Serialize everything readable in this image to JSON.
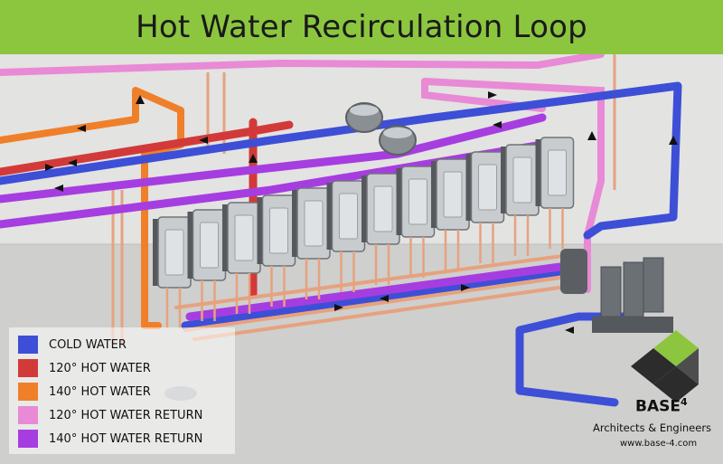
{
  "title": "Hot Water Recirculation Loop",
  "colors": {
    "banner": "#8cc63f",
    "cold_water": "#3d4fd6",
    "hot_120": "#d23a3a",
    "hot_140": "#f07f2a",
    "return_120": "#e88ad6",
    "return_140": "#a63de0",
    "copper": "#e6a27f"
  },
  "legend": [
    {
      "label": "COLD WATER",
      "color": "#3d4fd6"
    },
    {
      "label": "120° HOT WATER",
      "color": "#d23a3a"
    },
    {
      "label": "140° HOT WATER",
      "color": "#f07f2a"
    },
    {
      "label": "120° HOT WATER RETURN",
      "color": "#e88ad6"
    },
    {
      "label": "140° HOT WATER RETURN",
      "color": "#a63de0"
    }
  ],
  "brand": {
    "logo": "BASE4",
    "name": "BASE",
    "superscript": "4",
    "tagline": "Architects & Engineers",
    "url": "www.base-4.com"
  },
  "heaters": {
    "count": 12
  }
}
